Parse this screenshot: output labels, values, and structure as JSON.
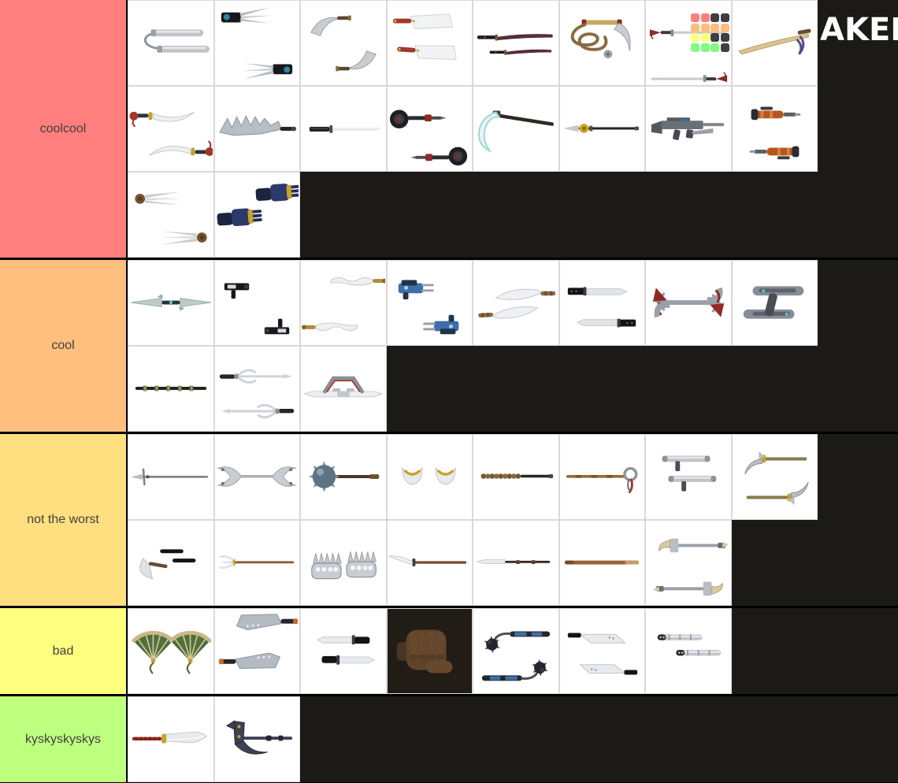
{
  "page": {
    "background": "#1b1a17",
    "separator_color": "#000000",
    "cell_background": "#ffffff",
    "cell_grid_line": "#d9d9d9",
    "label_text_color": "#3f3f3f"
  },
  "watermark": {
    "visible_text": "AKER",
    "icon_name": "tiermaker-grid-icon",
    "icon_rows": [
      [
        "red",
        "red",
        "dark",
        "dark"
      ],
      [
        "orange",
        "orange",
        "orange",
        "orange"
      ],
      [
        "yellow",
        "yellow",
        "dark",
        "dark"
      ],
      [
        "green",
        "green",
        "green",
        "dark"
      ]
    ],
    "icon_palette": {
      "red": "#fc7f7f",
      "orange": "#fdbd7f",
      "yellow": "#fdfd7f",
      "green": "#80fb80",
      "dark": "#3f3f3f"
    }
  },
  "tiers": [
    {
      "label": "coolcool",
      "color": "#FF7F7F",
      "rows": [
        [
          {
            "name": "nunchucks",
            "kind": "nunchaku"
          },
          {
            "name": "claw-gauntlets",
            "kind": "clawGauntlet"
          },
          {
            "name": "kama-sickles",
            "kind": "kama"
          },
          {
            "name": "meat-cleavers",
            "kind": "cleaverPair"
          },
          {
            "name": "katana-pair",
            "kind": "katanaPair"
          },
          {
            "name": "rope-dart",
            "kind": "ropeDart"
          },
          {
            "name": "tassel-rapiers",
            "kind": "tasselSword"
          },
          {
            "name": "golden-odachi",
            "kind": "odachi"
          }
        ],
        [
          {
            "name": "tassel-scimitars",
            "kind": "scimitarPair"
          },
          {
            "name": "saw-blade-sword",
            "kind": "sawSword"
          },
          {
            "name": "white-katana",
            "kind": "whiteKatana"
          },
          {
            "name": "pile-bunker-gauntlets",
            "kind": "pileBunker"
          },
          {
            "name": "glow-scythe",
            "kind": "glowScythe"
          },
          {
            "name": "orb-spear",
            "kind": "orbSpear"
          },
          {
            "name": "assault-rifle",
            "kind": "rifle"
          },
          {
            "name": "orange-blasters",
            "kind": "tubeGun"
          }
        ],
        [
          {
            "name": "triple-claws",
            "kind": "tripleClaw"
          },
          {
            "name": "power-gauntlets",
            "kind": "powerGauntlet"
          }
        ]
      ]
    },
    {
      "label": "cool",
      "color": "#FFBF7F",
      "rows": [
        [
          {
            "name": "double-glaive",
            "kind": "doubleGlaive"
          },
          {
            "name": "gun-tonfas",
            "kind": "gunTonfa"
          },
          {
            "name": "kris-daggers",
            "kind": "kris"
          },
          {
            "name": "blue-blasters",
            "kind": "blueGun"
          },
          {
            "name": "white-machetes",
            "kind": "whiteMachete"
          },
          {
            "name": "straight-knives",
            "kind": "knife"
          },
          {
            "name": "hook-swords",
            "kind": "hookSword"
          },
          {
            "name": "dual-rail-blades",
            "kind": "dualBladeH"
          }
        ],
        [
          {
            "name": "segmented-staff",
            "kind": "segmentStaff"
          },
          {
            "name": "sai-pair",
            "kind": "sai"
          },
          {
            "name": "frame-blade",
            "kind": "frameBlade"
          }
        ]
      ]
    },
    {
      "label": "not the worst",
      "color": "#FFDF7F",
      "rows": [
        [
          {
            "name": "cross-spear",
            "kind": "crossSpear"
          },
          {
            "name": "ornate-double-staff",
            "kind": "anchorStaff"
          },
          {
            "name": "spiked-mace",
            "kind": "mace"
          },
          {
            "name": "horn-blades",
            "kind": "hornBlade"
          },
          {
            "name": "bead-whip-staff",
            "kind": "whipStaff"
          },
          {
            "name": "ring-staff",
            "kind": "ringStaff"
          },
          {
            "name": "metal-tonfas",
            "kind": "tonfa"
          },
          {
            "name": "war-picks",
            "kind": "warPick"
          }
        ],
        [
          {
            "name": "axe-and-batons",
            "kind": "axeRods"
          },
          {
            "name": "trident-staff",
            "kind": "tridentStaff"
          },
          {
            "name": "spiked-knuckles",
            "kind": "knuckles"
          },
          {
            "name": "naginata",
            "kind": "naginata"
          },
          {
            "name": "blade-staff",
            "kind": "bladeStaff"
          },
          {
            "name": "bo-staff",
            "kind": "boStaff"
          },
          {
            "name": "hammer-picks",
            "kind": "hammerPick"
          }
        ]
      ]
    },
    {
      "label": "bad",
      "color": "#FFFF7F",
      "rows": [
        [
          {
            "name": "feather-fans",
            "kind": "fan"
          },
          {
            "name": "heavy-cleavers",
            "kind": "bigCleaver"
          },
          {
            "name": "short-swords",
            "kind": "shortSword"
          },
          {
            "name": "fist-emoji",
            "kind": "fist",
            "cell_background": "#211c15"
          },
          {
            "name": "chain-flails",
            "kind": "chainFlail"
          },
          {
            "name": "angled-knives",
            "kind": "angleKnife"
          },
          {
            "name": "metal-batons",
            "kind": "metalBaton"
          }
        ]
      ]
    },
    {
      "label": "kyskyskyskys",
      "color": "#BFFF7F",
      "rows": [
        [
          {
            "name": "red-handled-machete",
            "kind": "redMachete"
          },
          {
            "name": "claw-hammer",
            "kind": "clawHammer"
          }
        ]
      ]
    }
  ]
}
